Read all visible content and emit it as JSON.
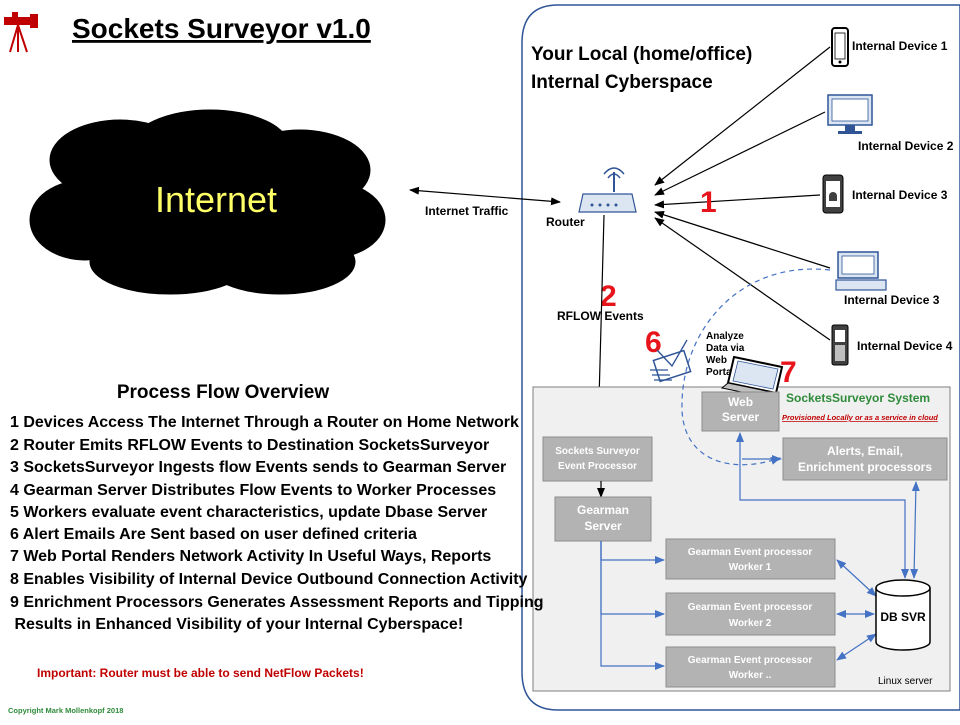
{
  "title": "Sockets Surveyor v1.0",
  "internet_label": "Internet",
  "internet_traffic_label": "Internet Traffic",
  "router_label": "Router",
  "local_label_line1": "Your Local (home/office)",
  "local_label_line2": "Internal Cyberspace",
  "devices": [
    "Internal Device 1",
    "Internal Device 2",
    "Internal Device 3",
    "Internal Device 3",
    "Internal Device 4"
  ],
  "rflow_label": "RFLOW Events",
  "analyze_label": [
    "Analyze",
    "Data via",
    "Web",
    "Portal"
  ],
  "system": {
    "title": "SocketsSurveyor System",
    "subtitle": "Provisioned Locally or as a service in cloud",
    "linux_label": "Linux server",
    "event_processor": [
      "Sockets Surveyor",
      "Event Processor"
    ],
    "gearman_server": [
      "Gearman",
      "Server"
    ],
    "web_server": [
      "Web",
      "Server"
    ],
    "alerts": [
      "Alerts, Email,",
      "Enrichment processors"
    ],
    "workers": [
      {
        "line1": "Gearman Event processor",
        "line2": "Worker 1"
      },
      {
        "line1": "Gearman Event processor",
        "line2": "Worker 2"
      },
      {
        "line1": "Gearman Event processor",
        "line2": "Worker .."
      }
    ],
    "db": "DB SVR"
  },
  "step_numbers": [
    "1",
    "2",
    "3",
    "4",
    "5",
    "6",
    "7"
  ],
  "process_flow": {
    "heading": "Process Flow Overview",
    "steps": [
      "1 Devices Access The Internet Through a Router on Home Network",
      "2 Router Emits RFLOW Events to Destination SocketsSurveyor",
      "3 SocketsSurveyor Ingests flow Events sends to Gearman Server",
      "4 Gearman Server Distributes Flow Events to Worker Processes",
      "5 Workers evaluate event characteristics, update Dbase Server",
      "6 Alert Emails Are Sent based on user defined criteria",
      "7 Web Portal Renders Network Activity In Useful Ways, Reports",
      "8 Enables Visibility of Internal Device Outbound Connection Activity",
      "9 Enrichment Processors Generates Assessment Reports and Tipping",
      " Results in Enhanced Visibility of your Internal Cyberspace!"
    ]
  },
  "important_note": "Important: Router must be able to send NetFlow Packets!",
  "copyright": "Copyright  Mark  Mollenkopf 2018",
  "colors": {
    "accent_red": "#e8141b",
    "process_box": "#b3b3b3",
    "system_bg": "#f0f0f0",
    "system_title": "#2e8b3a",
    "local_border": "#2f5597",
    "flow_line": "#4472c4"
  },
  "icons": [
    "logo-tripod-icon",
    "router-icon",
    "phone-icon",
    "desktop-icon",
    "android-phone-icon",
    "email-icon",
    "laptop-icon",
    "database-icon"
  ]
}
